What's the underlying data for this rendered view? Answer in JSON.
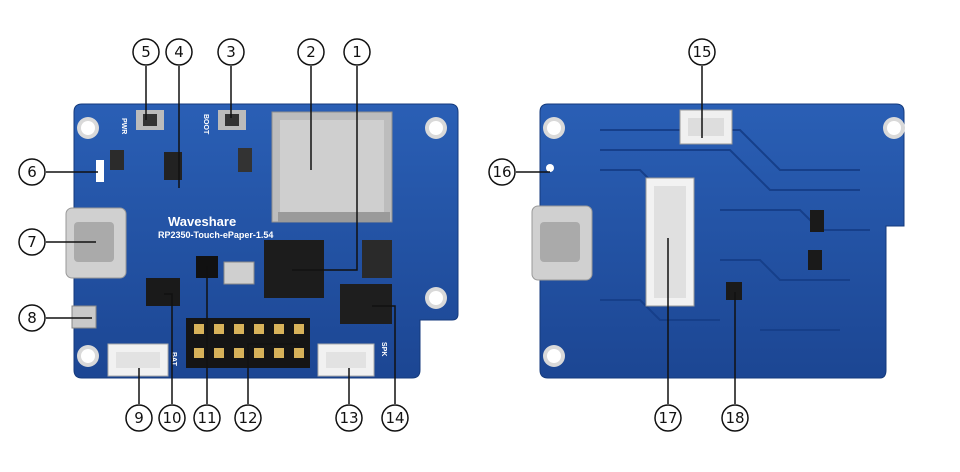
{
  "board": {
    "brand": "Waveshare",
    "model": "RP2350-Touch-ePaper-1.54",
    "silkscreen": {
      "pwr": "PWR",
      "boot": "BOOT",
      "bat": "BAT",
      "spk": "SPK"
    }
  },
  "callouts": {
    "front": [
      "1",
      "2",
      "3",
      "4",
      "5",
      "6",
      "7",
      "8",
      "9",
      "10",
      "11",
      "12",
      "13",
      "14"
    ],
    "back": [
      "15",
      "16",
      "17",
      "18"
    ]
  },
  "colors": {
    "pcb": "#1f4fa3",
    "pcb_dark": "#163f8a",
    "line": "#111111"
  }
}
